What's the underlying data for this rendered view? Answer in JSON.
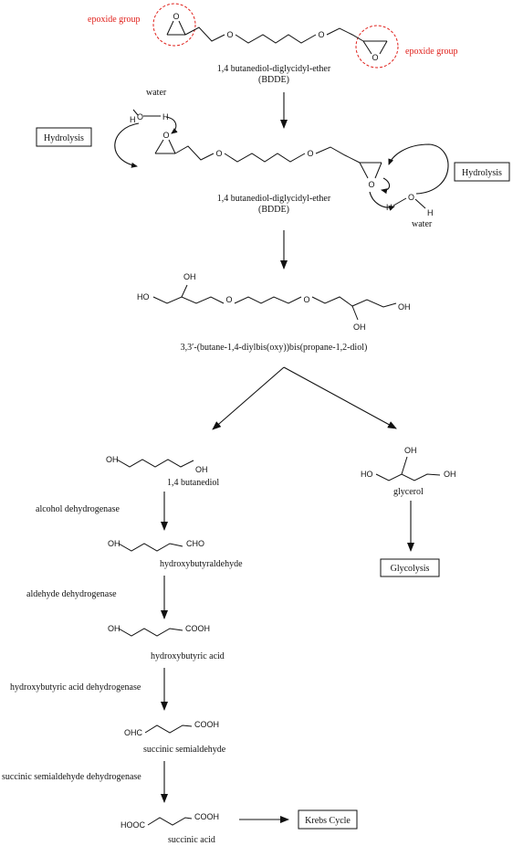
{
  "labels": {
    "epoxide_left": "epoxide group",
    "epoxide_right": "epoxide group",
    "bdde_name_1": "1,4 butanediol-diglycidyl-ether",
    "bdde_abbr_1": "(BDDE)",
    "water_left": "water",
    "water_right": "water",
    "hydrolysis_left": "Hydrolysis",
    "hydrolysis_right": "Hydrolysis",
    "bdde_name_2": "1,4 butanediol-diglycidyl-ether",
    "bdde_abbr_2": "(BDDE)",
    "tetraol_name": "3,3′-(butane-1,4-diylbis(oxy))bis(propane-1,2-diol)",
    "butanediol_name": "1,4 butanediol",
    "glycerol_name": "glycerol",
    "glycolysis": "Glycolysis",
    "enzyme_1": "alcohol dehydrogenase",
    "hydroxybutyraldehyde_name": "hydroxybutyraldehyde",
    "enzyme_2": "aldehyde dehydrogenase",
    "hydroxybutyric_acid_name": "hydroxybutyric acid",
    "enzyme_3": "hydroxybutyric acid dehydrogenase",
    "succinic_semialdehyde_name": "succinic semialdehyde",
    "enzyme_4": "succinic semialdehyde dehydrogenase",
    "succinic_acid_name": "succinic acid",
    "krebs": "Krebs Cycle"
  },
  "atoms": {
    "O": "O",
    "H": "H",
    "OH": "OH",
    "HO": "HO",
    "CHO": "CHO",
    "OHC": "OHC",
    "COOH": "COOH",
    "HOOC": "HOOC",
    "lone_pair": ":"
  },
  "colors": {
    "highlight": "#e0201b",
    "ink": "#111111"
  }
}
